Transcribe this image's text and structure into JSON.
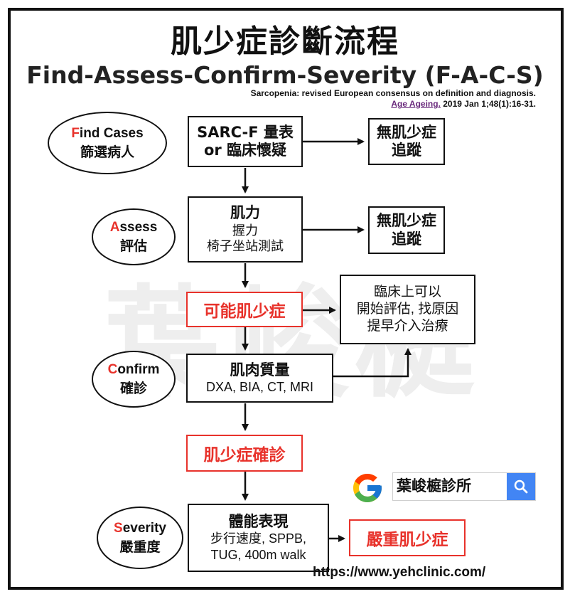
{
  "title": "肌少症診斷流程",
  "subtitle": "Find-Assess-Confirm-Severity (F-A-C-S)",
  "reference": {
    "line1": "Sarcopenia: revised European consensus on definition and diagnosis.",
    "journal": "Age Ageing.",
    "citation": " 2019 Jan 1;48(1):16-31."
  },
  "watermark": "葉峻榳",
  "steps": [
    {
      "letter": "F",
      "rest": "ind Cases",
      "cn": "篩選病人"
    },
    {
      "letter": "A",
      "rest": "ssess",
      "cn": "評估"
    },
    {
      "letter": "C",
      "rest": "onfirm",
      "cn": "確診"
    },
    {
      "letter": "S",
      "rest": "everity",
      "cn": "嚴重度"
    }
  ],
  "boxes": {
    "find": {
      "line1": "SARC-F 量表",
      "line2": "or 臨床懷疑"
    },
    "assess": {
      "title": "肌力",
      "line1": "握力",
      "line2": "椅子坐站測試"
    },
    "confirm": {
      "title": "肌肉質量",
      "line1": "DXA, BIA, CT, MRI"
    },
    "severity": {
      "title": "體能表現",
      "line1": "步行速度, SPPB,",
      "line2": "TUG, 400m walk"
    },
    "no_sarco_1": {
      "line1": "無肌少症",
      "line2": "追蹤"
    },
    "no_sarco_2": {
      "line1": "無肌少症",
      "line2": "追蹤"
    },
    "clinical": {
      "line1": "臨床上可以",
      "line2": "開始評估, 找原因",
      "line3": "提早介入治療"
    }
  },
  "results": {
    "possible": "可能肌少症",
    "confirmed": "肌少症確診",
    "severe": "嚴重肌少症"
  },
  "search": {
    "query": "葉峻榳診所",
    "icon": "search-icon",
    "logo": "google-icon"
  },
  "url": "https://www.yehclinic.com/",
  "colors": {
    "accent_red": "#e8322b",
    "search_blue": "#4285f4",
    "journal_purple": "#6a2b7d"
  }
}
